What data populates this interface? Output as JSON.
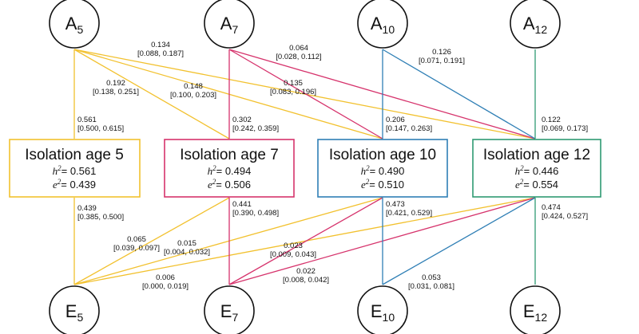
{
  "colors": {
    "age5": "#f2c12e",
    "age7": "#d6336c",
    "age10": "#2f7fb5",
    "age12": "#2f9a72"
  },
  "factors": {
    "A": [
      {
        "letter": "A",
        "sub": "5"
      },
      {
        "letter": "A",
        "sub": "7"
      },
      {
        "letter": "A",
        "sub": "10"
      },
      {
        "letter": "A",
        "sub": "12"
      }
    ],
    "E": [
      {
        "letter": "E",
        "sub": "5"
      },
      {
        "letter": "E",
        "sub": "7"
      },
      {
        "letter": "E",
        "sub": "10"
      },
      {
        "letter": "E",
        "sub": "12"
      }
    ]
  },
  "boxes": [
    {
      "title": "Isolation age 5",
      "h2_label": "h",
      "h2_value": "= 0.561",
      "e2_label": "e",
      "e2_value": "= 0.439"
    },
    {
      "title": "Isolation age 7",
      "h2_label": "h",
      "h2_value": "= 0.494",
      "e2_label": "e",
      "e2_value": "= 0.506"
    },
    {
      "title": "Isolation age 10",
      "h2_label": "h",
      "h2_value": "= 0.490",
      "e2_label": "e",
      "e2_value": "= 0.510"
    },
    {
      "title": "Isolation age 12",
      "h2_label": "h",
      "h2_value": "= 0.446",
      "e2_label": "e",
      "e2_value": "= 0.554"
    }
  ],
  "sup": "2",
  "coefficients": [
    {
      "id": "a5-box5",
      "value": "0.561",
      "ci": "[0.500, 0.615]"
    },
    {
      "id": "a5-box7",
      "value": "0.192",
      "ci": "[0.138, 0.251]"
    },
    {
      "id": "a5-box10",
      "value": "0.148",
      "ci": "[0.100, 0.203]"
    },
    {
      "id": "a5-box12",
      "value": "0.134",
      "ci": "[0.088, 0.187]"
    },
    {
      "id": "a7-box7",
      "value": "0.302",
      "ci": "[0.242, 0.359]"
    },
    {
      "id": "a7-box10",
      "value": "0.135",
      "ci": "[0.083, 0.196]"
    },
    {
      "id": "a7-box12",
      "value": "0.064",
      "ci": "[0.028, 0.112]"
    },
    {
      "id": "a10-box10",
      "value": "0.206",
      "ci": "[0.147, 0.263]"
    },
    {
      "id": "a10-box12",
      "value": "0.126",
      "ci": "[0.071, 0.191]"
    },
    {
      "id": "a12-box12",
      "value": "0.122",
      "ci": "[0.069, 0.173]"
    },
    {
      "id": "e5-box5",
      "value": "0.439",
      "ci": "[0.385, 0.500]"
    },
    {
      "id": "e5-box7",
      "value": "0.065",
      "ci": "[0.039, 0.097]"
    },
    {
      "id": "e5-box10",
      "value": "0.015",
      "ci": "[0.004, 0.032]"
    },
    {
      "id": "e5-box12",
      "value": "0.006",
      "ci": "[0.000, 0.019]"
    },
    {
      "id": "e7-box7",
      "value": "0.441",
      "ci": "[0.390, 0.498]"
    },
    {
      "id": "e7-box10",
      "value": "0.023",
      "ci": "[0.009, 0.043]"
    },
    {
      "id": "e7-box12",
      "value": "0.022",
      "ci": "[0.008, 0.042]"
    },
    {
      "id": "e10-box10",
      "value": "0.473",
      "ci": "[0.421, 0.529]"
    },
    {
      "id": "e10-box12",
      "value": "0.053",
      "ci": "[0.031, 0.081]"
    },
    {
      "id": "e12-box12",
      "value": "0.474",
      "ci": "[0.424, 0.527]"
    }
  ]
}
